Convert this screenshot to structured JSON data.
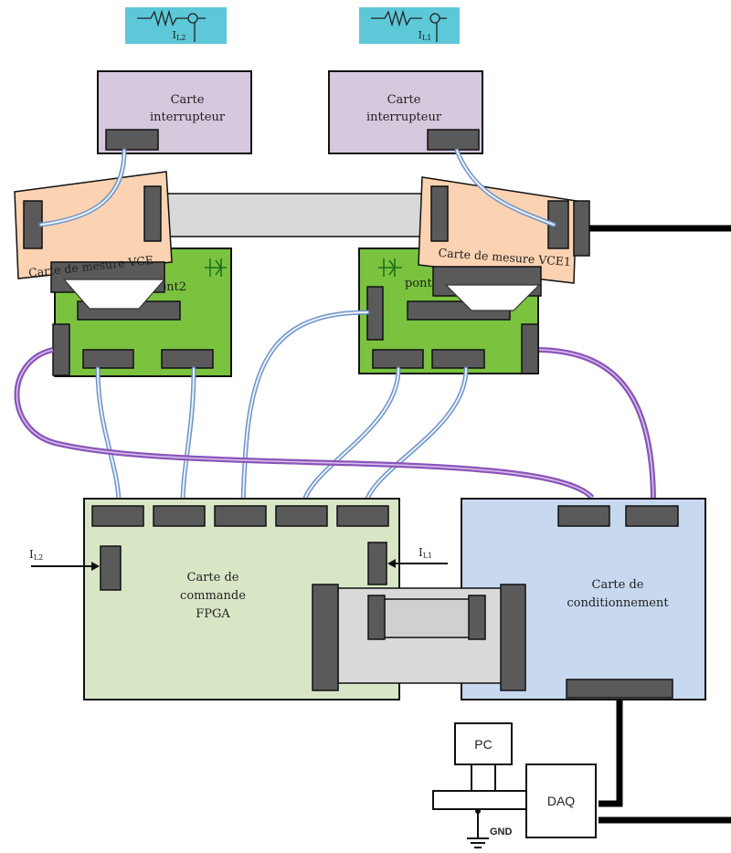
{
  "inductor_labels": {
    "left": "I",
    "left_sub": "L2",
    "right": "I",
    "right_sub": "L1"
  },
  "switch_board": {
    "line1": "Carte",
    "line2": "interrupteur"
  },
  "measure_board_left": "Carte de mesure VCE",
  "measure_board_right": "Carte de mesure VCE1",
  "bridge_left": "pont2",
  "bridge_right": "pont1",
  "fpga_board": {
    "line1": "Carte de",
    "line2": "commande",
    "line3": "FPGA"
  },
  "input_left": {
    "main": "I",
    "sub": "L2"
  },
  "input_right": {
    "main": "I",
    "sub": "L1"
  },
  "conditioning_board": {
    "line1": "Carte de",
    "line2": "conditionnement"
  },
  "pc": "PC",
  "daq": "DAQ",
  "gnd": "GND",
  "colors": {
    "inductor_box": "#5cc8d8",
    "switch_board": "#d6c8dd",
    "measure_board": "#fbd3b2",
    "bridge_board": "#7bc23f",
    "fpga_board": "#d8e6c6",
    "conditioning_board": "#c7d8ef",
    "connector": "#5a5a5a",
    "ribbon": "#d9d9d9",
    "blue_cable": "#a7c4e3",
    "purple_cable": "#8a55b8"
  }
}
